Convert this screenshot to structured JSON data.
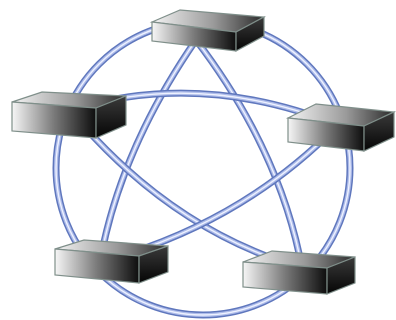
{
  "diagram": {
    "type": "mesh-network",
    "link_color": "#6f86c6",
    "link_highlight": "#dfe6fb",
    "node_face_light": "#f6f6f6",
    "node_face_dark": "#0d0d0d",
    "node_top_light": "#f4f4f4",
    "node_top_dark": "#2a2a2a",
    "node_outline": "#7f8f8a",
    "nodes": [
      {
        "id": "device-top"
      },
      {
        "id": "device-left"
      },
      {
        "id": "device-right"
      },
      {
        "id": "device-bottom-left"
      },
      {
        "id": "device-bottom-right"
      }
    ]
  }
}
